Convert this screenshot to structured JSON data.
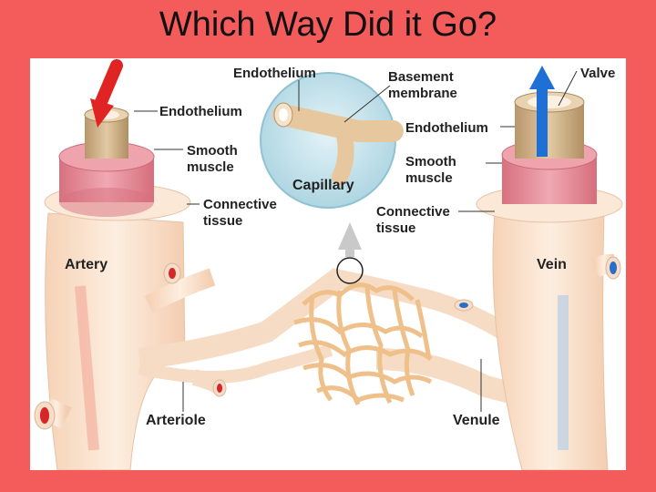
{
  "title": "Which Way Did it Go?",
  "labels": {
    "endothelium_artery": "Endothelium",
    "smooth_muscle_artery_l1": "Smooth",
    "smooth_muscle_artery_l2": "muscle",
    "connective_artery_l1": "Connective",
    "connective_artery_l2": "tissue",
    "endothelium_capillary": "Endothelium",
    "basement_l1": "Basement",
    "basement_l2": "membrane",
    "capillary": "Capillary",
    "valve": "Valve",
    "endothelium_vein": "Endothelium",
    "smooth_muscle_vein_l1": "Smooth",
    "smooth_muscle_vein_l2": "muscle",
    "connective_vein_l1": "Connective",
    "connective_vein_l2": "tissue",
    "artery": "Artery",
    "vein": "Vein",
    "arteriole": "Arteriole",
    "venule": "Venule"
  },
  "colors": {
    "background": "#f45b5b",
    "artery_flow": "#e02424",
    "vein_flow": "#1e6fd6",
    "vessel": "#fbe4cf",
    "capillary": "#f1c48f",
    "muscle": "#e58a95",
    "endothelium": "#cdb089",
    "callout": "#bfe0ea"
  }
}
